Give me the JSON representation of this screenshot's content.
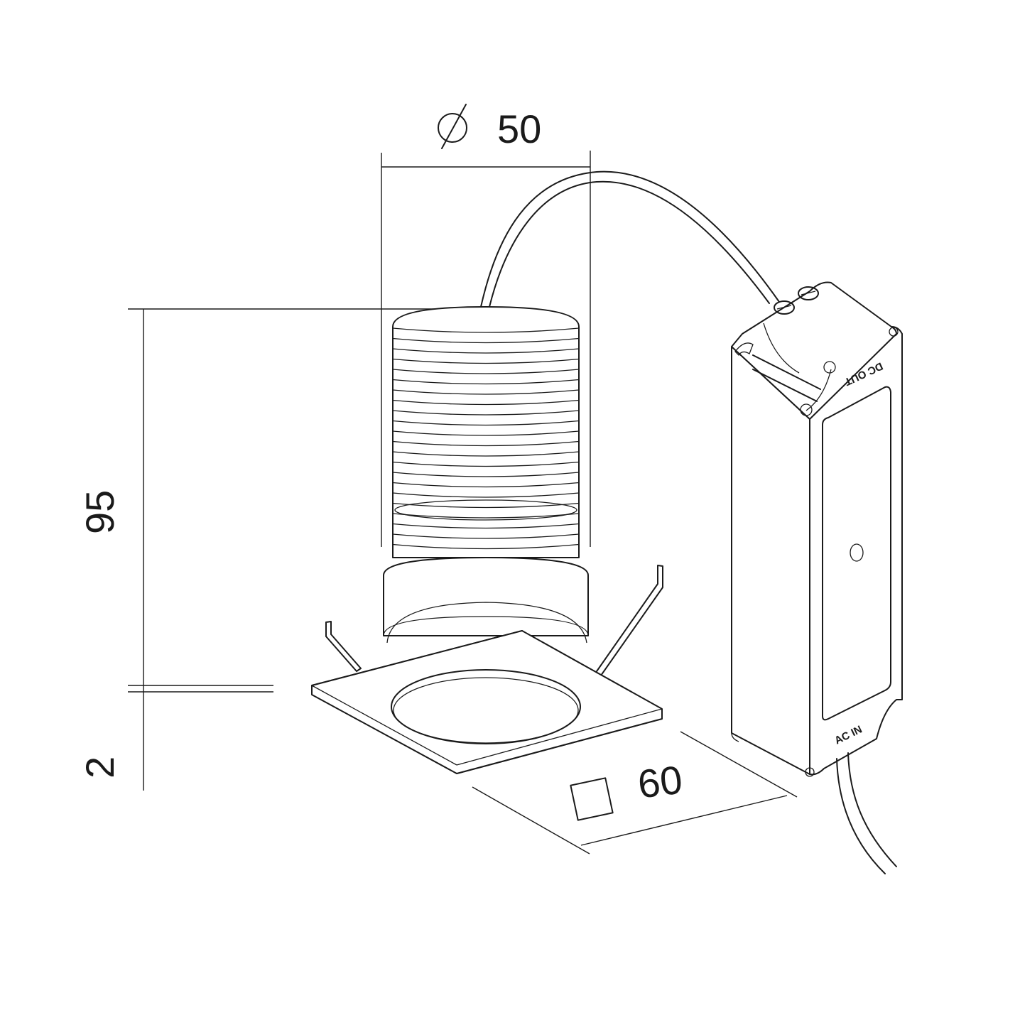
{
  "dimensions": {
    "diameter": {
      "symbol": "Ø",
      "value": "50"
    },
    "height": {
      "value": "95"
    },
    "thickness": {
      "value": "2"
    },
    "square": {
      "symbol": "□",
      "value": "60"
    }
  },
  "driver": {
    "output_label": "DC OUT",
    "input_label": "AC IN"
  }
}
